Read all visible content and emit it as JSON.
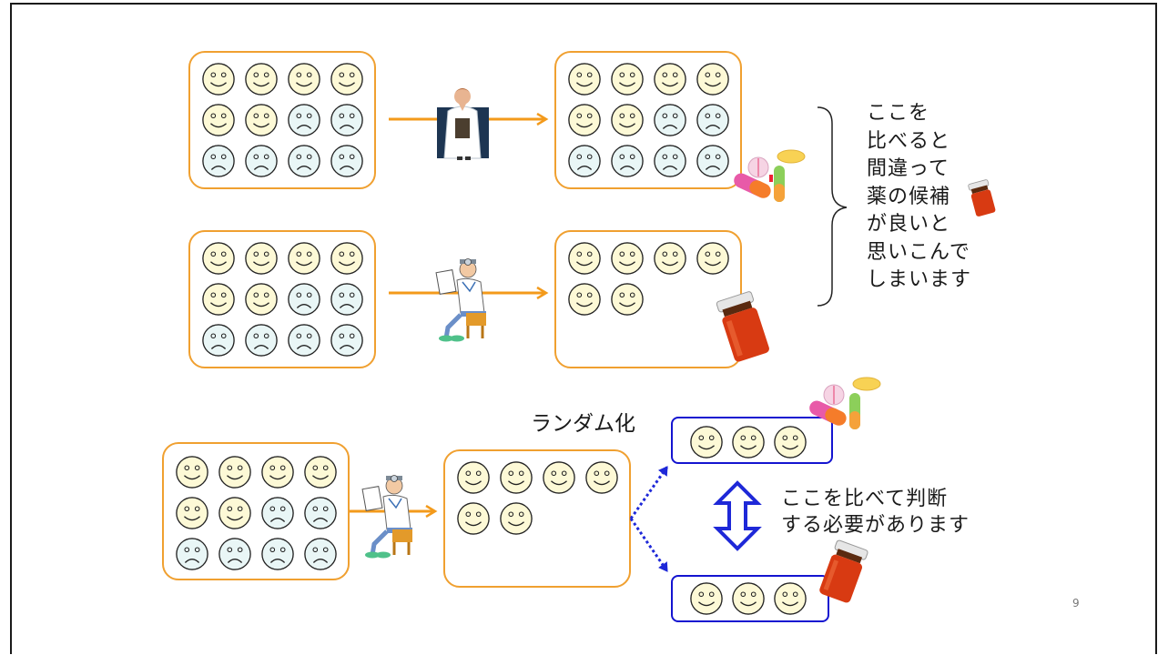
{
  "slide": {
    "page_number": "9",
    "note_lines": [
      "ここを",
      "比べると",
      "間違って",
      "薬の候補",
      "が良いと",
      "思いこんで",
      "しまいます"
    ],
    "randomize_label": "ランダム化",
    "compare_lines": [
      "ここを比べて判断",
      "する必要があります"
    ]
  },
  "colors": {
    "group_border": "#f0a030",
    "arrow": "#f39a1b",
    "random_group_border": "#1414d0",
    "double_arrow": "#1e28d8",
    "happy_face": "#fdf9d6",
    "sad_face": "#e9f6f6"
  },
  "groups": [
    {
      "name": "top-before",
      "faces": [
        "happy",
        "happy",
        "happy",
        "happy",
        "happy",
        "happy",
        "sad",
        "sad",
        "sad",
        "sad",
        "sad",
        "sad"
      ]
    },
    {
      "name": "top-after",
      "faces": [
        "happy",
        "happy",
        "happy",
        "happy",
        "happy",
        "happy",
        "sad",
        "sad",
        "sad",
        "sad",
        "sad",
        "sad"
      ]
    },
    {
      "name": "middle-before",
      "faces": [
        "happy",
        "happy",
        "happy",
        "happy",
        "happy",
        "happy",
        "sad",
        "sad",
        "sad",
        "sad",
        "sad",
        "sad"
      ]
    },
    {
      "name": "middle-after",
      "faces": [
        "happy",
        "happy",
        "happy",
        "happy",
        "happy",
        "happy"
      ]
    },
    {
      "name": "bottom-before",
      "faces": [
        "happy",
        "happy",
        "happy",
        "happy",
        "happy",
        "happy",
        "sad",
        "sad",
        "sad",
        "sad",
        "sad",
        "sad"
      ]
    },
    {
      "name": "bottom-selected",
      "faces": [
        "happy",
        "happy",
        "happy",
        "happy",
        "happy",
        "happy"
      ]
    },
    {
      "name": "random-group-upper",
      "faces": [
        "happy",
        "happy",
        "happy"
      ]
    },
    {
      "name": "random-group-lower",
      "faces": [
        "happy",
        "happy",
        "happy"
      ]
    }
  ],
  "icons": [
    "female-doctor-icon",
    "seated-doctor-icon",
    "pills-icon",
    "medicine-bottle-icon"
  ]
}
